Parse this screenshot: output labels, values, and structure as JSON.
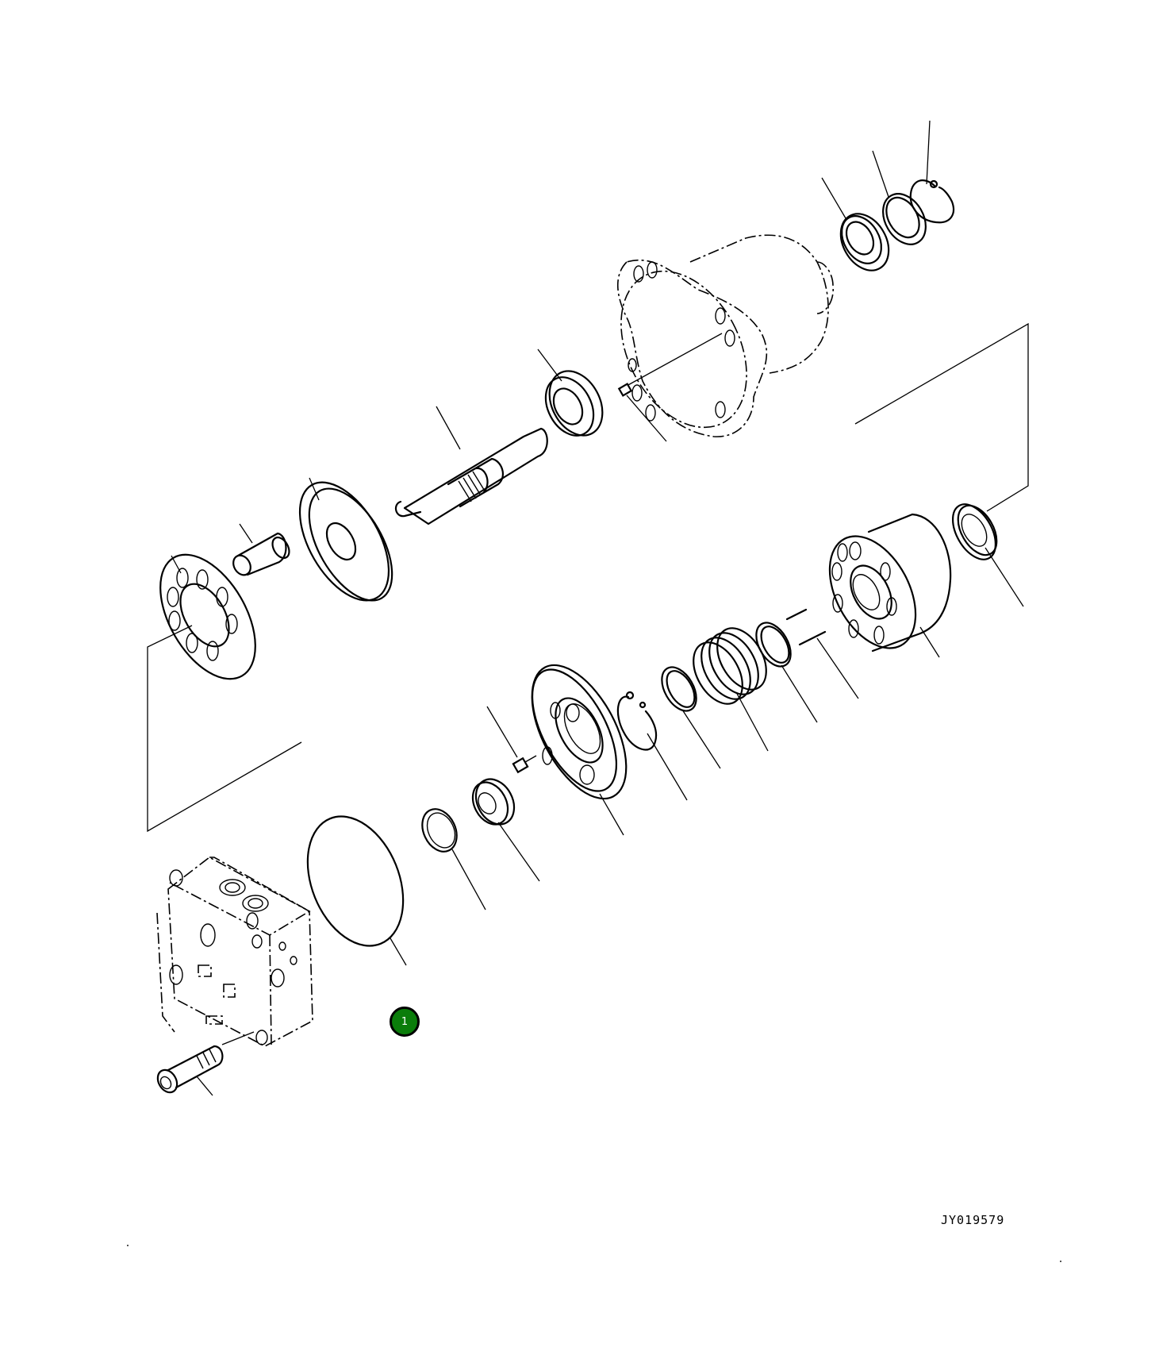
{
  "diagram": {
    "type": "exploded-parts-view",
    "drawing_id": "JY019579",
    "callouts": [
      {
        "number": "1",
        "color": "#0a7d0a",
        "target": "o-ring-gasket"
      }
    ],
    "parts": [
      "snap-ring-top",
      "washer-top",
      "oil-seal-top",
      "motor-housing",
      "dowel-pin-housing",
      "ball-bearing-shaft",
      "drive-shaft",
      "thrust-plate",
      "piston-shoe",
      "shoe-retainer-plate",
      "roller-bearing-right",
      "cylinder-block",
      "pins",
      "spring-retainer-ring",
      "spring",
      "seat-ring",
      "snap-ring-mid",
      "valve-plate",
      "valve-plate-pin",
      "ball-bearing-lower",
      "seal-ring-lower",
      "o-ring-gasket",
      "end-cover-valve-body",
      "socket-head-bolt"
    ]
  }
}
